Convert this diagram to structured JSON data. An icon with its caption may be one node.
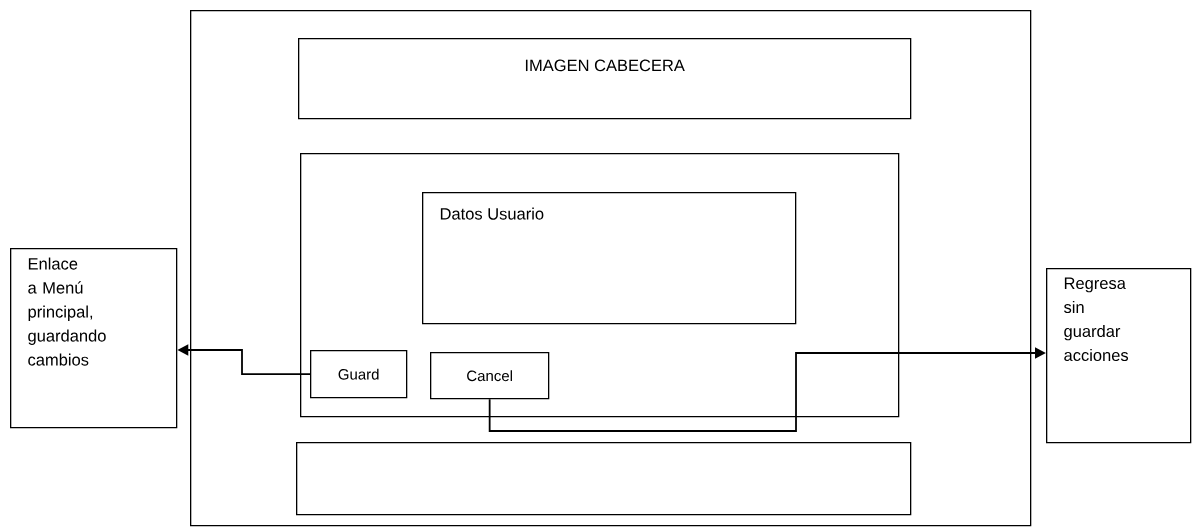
{
  "diagram": {
    "nodes": [
      {
        "text": [],
        "shape": "box"
      },
      {
        "text": [
          "IMAGEN CABECERA"
        ],
        "in": 0
      },
      {
        "text": [],
        "shape": "box",
        "in": 0
      },
      {
        "text": [
          "Datos Usuario"
        ],
        "in": 2
      },
      {
        "text": [
          "Guard"
        ],
        "in": 2
      },
      {
        "text": [
          "Cancel"
        ],
        "in": 2
      },
      {
        "text": [],
        "shape": "box",
        "in": 0
      },
      {
        "text": [
          "Enlace a Menú principal, guardando cambios"
        ]
      },
      {
        "text": [
          "Regresa sin guardar acciones"
        ]
      }
    ],
    "edges": [
      {
        "from": 4,
        "to": 7,
        "arrow": "to"
      },
      {
        "from": 5,
        "to": 8,
        "arrow": "to"
      }
    ]
  }
}
